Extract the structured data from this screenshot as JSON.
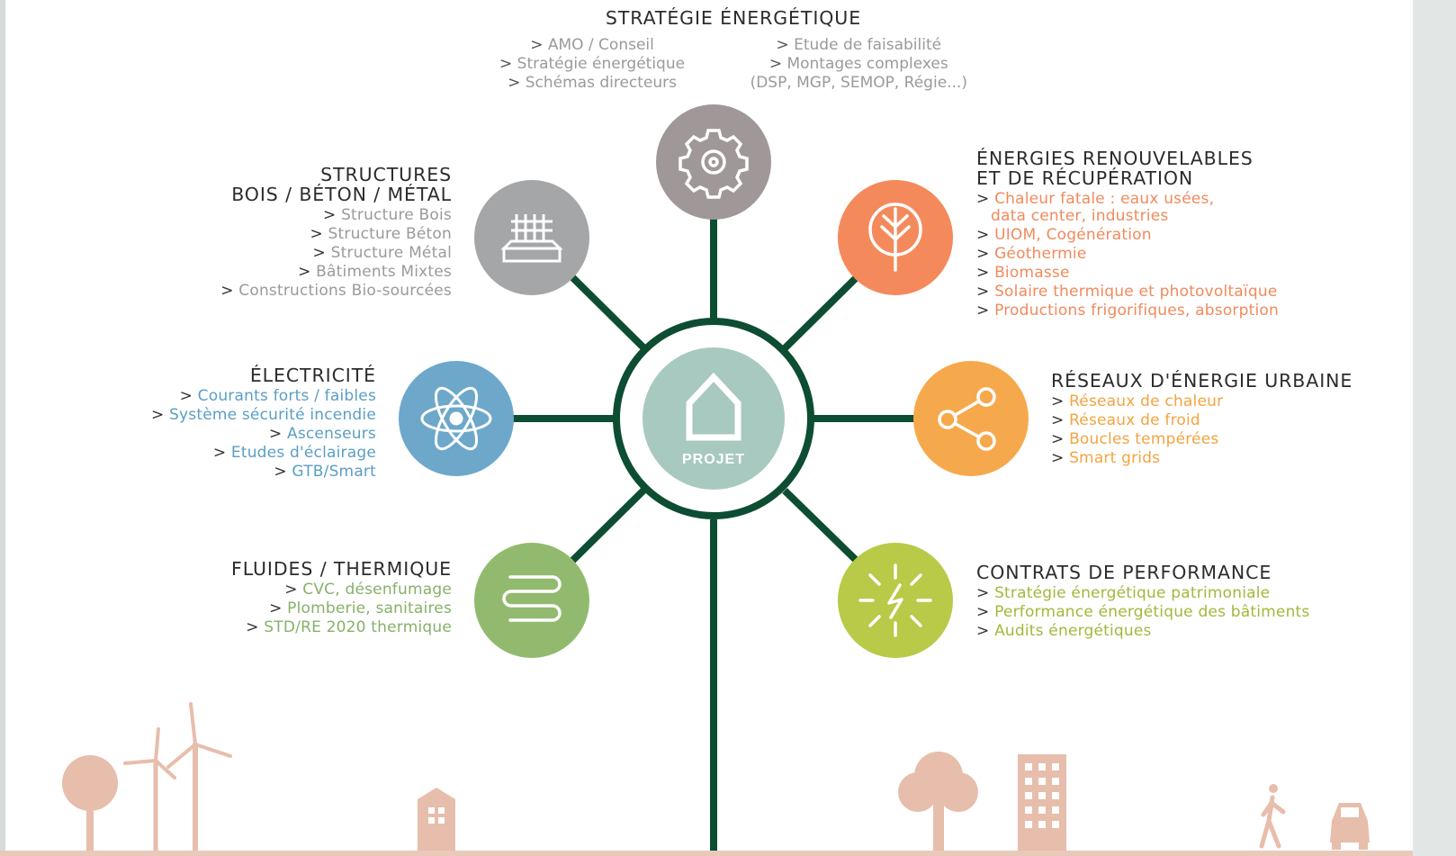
{
  "colors": {
    "line": "#0d4d32",
    "gray_circle": "#a5a6a7",
    "dark_gray_circle": "#a09898",
    "blue_circle": "#6da8cb",
    "green_circle": "#92ba6e",
    "orange_circle": "#f48a5c",
    "amber_circle": "#f6a94c",
    "lime_circle": "#b9c948",
    "center_circle": "#a8c9bf",
    "silhouette": "#e7bdac"
  },
  "center": {
    "label": "PROJET",
    "icon": "house-icon"
  },
  "strategie": {
    "title": "STRATÉGIE ÉNERGÉTIQUE",
    "icon": "gear-icon",
    "col1": [
      "AMO / Conseil",
      "Stratégie énergétique",
      "Schémas directeurs"
    ],
    "col2": [
      "Etude de faisabilité",
      "Montages complexes",
      "(DSP, MGP, SEMOP, Régie...)"
    ]
  },
  "structures": {
    "title_line1": "STRUCTURES",
    "title_line2": "BOIS / BÉTON / MÉTAL",
    "icon": "building-structure-icon",
    "items": [
      "Structure Bois",
      "Structure Béton",
      "Structure Métal",
      "Bâtiments Mixtes",
      "Constructions Bio-sourcées"
    ]
  },
  "electricite": {
    "title": "ÉLECTRICITÉ",
    "icon": "atom-icon",
    "items": [
      "Courants forts / faibles",
      "Système sécurité incendie",
      "Ascenseurs",
      "Etudes d'éclairage",
      "GTB/Smart"
    ]
  },
  "fluides": {
    "title": "FLUIDES / THERMIQUE",
    "icon": "coil-icon",
    "items": [
      "CVC, désenfumage",
      "Plomberie, sanitaires",
      "STD/RE 2020 thermique"
    ]
  },
  "energies": {
    "title_line1": "ÉNERGIES RENOUVELABLES",
    "title_line2": "ET DE RÉCUPÉRATION",
    "icon": "tree-icon",
    "item0_line1": "Chaleur fatale : eaux usées,",
    "item0_line2": "data center, industries",
    "items": [
      "UIOM, Cogénération",
      "Géothermie",
      "Biomasse",
      "Solaire thermique et photovoltaïque",
      "Productions frigorifiques, absorption"
    ]
  },
  "reseaux": {
    "title": "RÉSEAUX D'ÉNERGIE URBAINE",
    "icon": "share-network-icon",
    "items": [
      "Réseaux de chaleur",
      "Réseaux de froid",
      "Boucles tempérées",
      "Smart grids"
    ]
  },
  "contrats": {
    "title": "CONTRATS DE PERFORMANCE",
    "icon": "energy-spark-icon",
    "items": [
      "Stratégie énergétique patrimoniale",
      "Performance énergétique des bâtiments",
      "Audits énergétiques"
    ]
  }
}
